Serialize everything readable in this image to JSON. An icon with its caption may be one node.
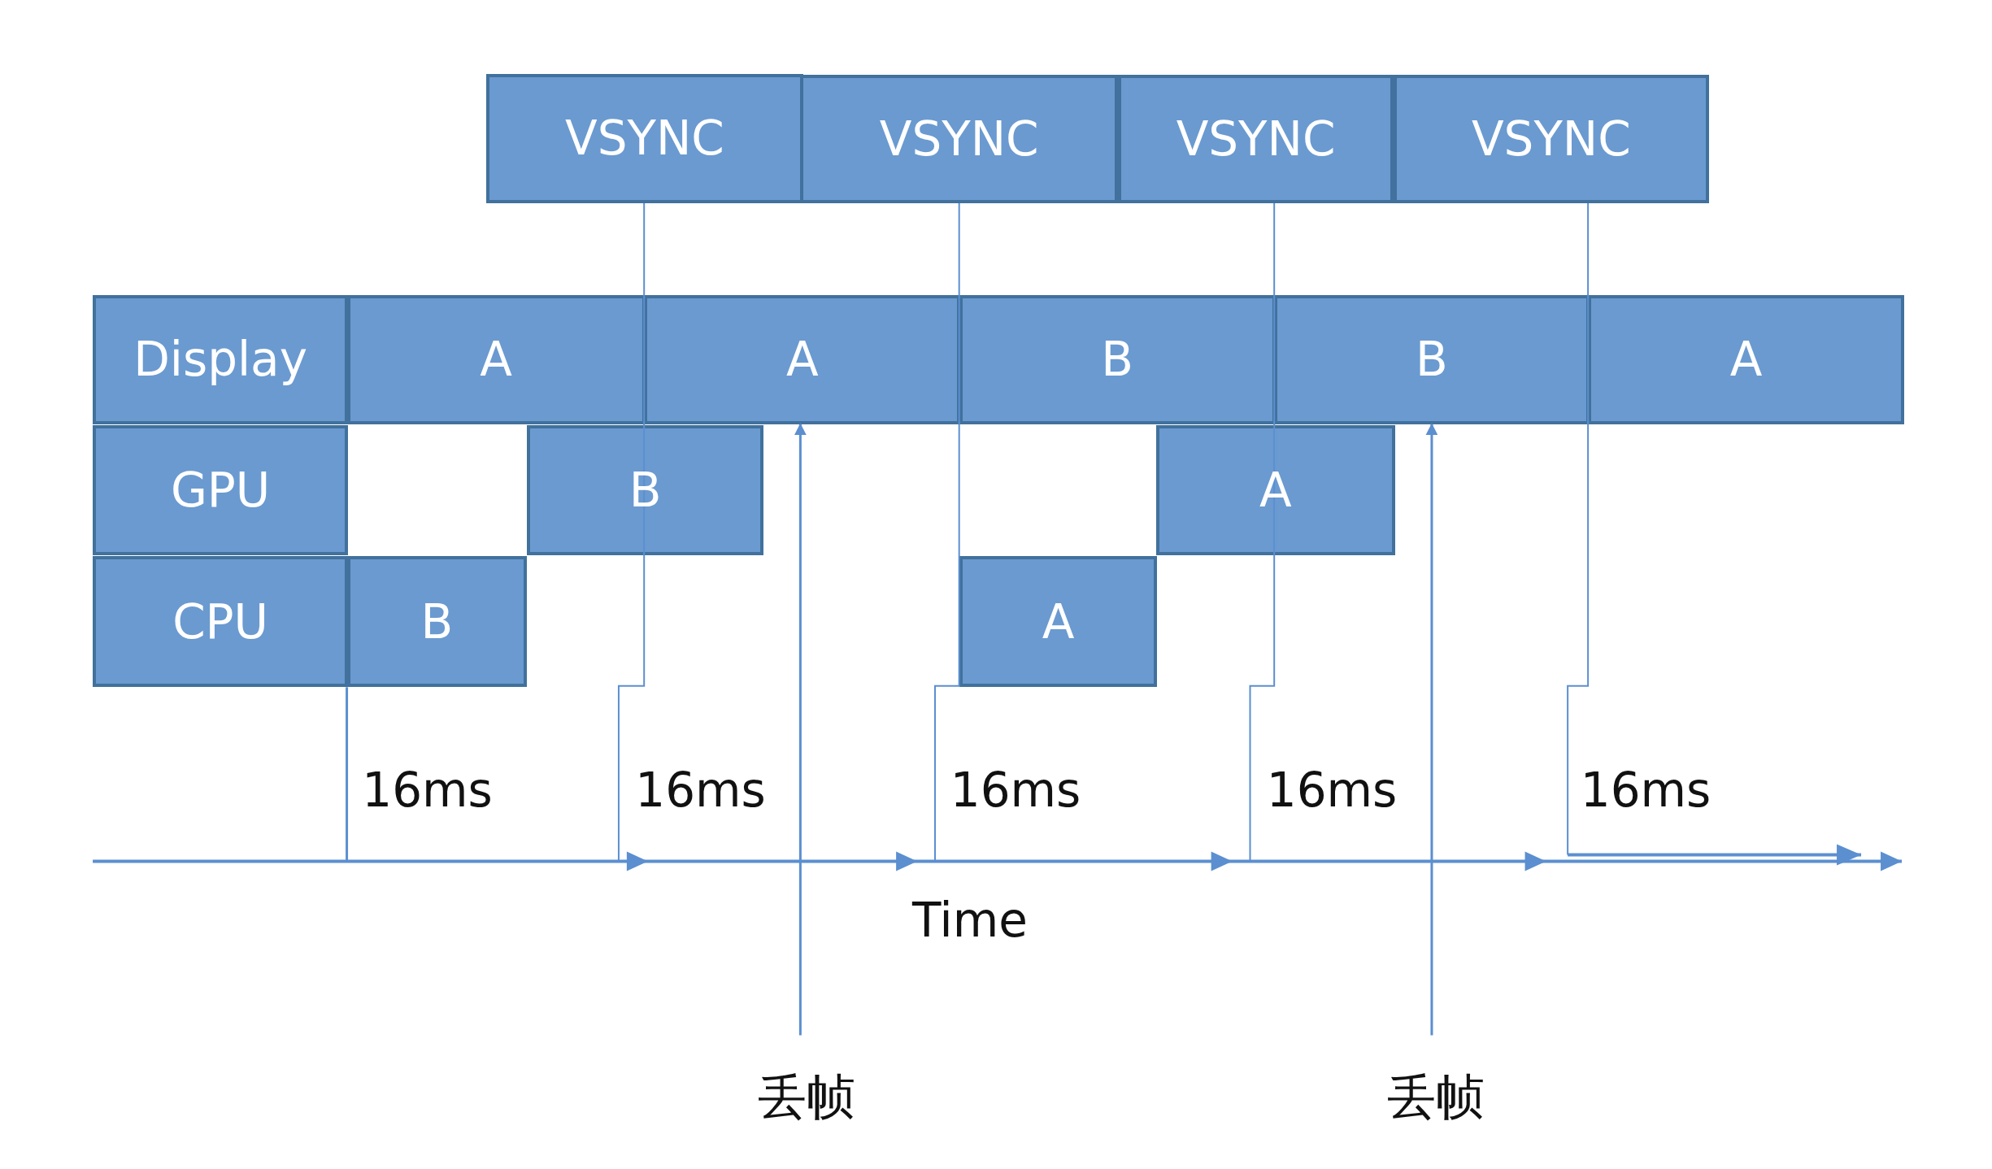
{
  "diagram": {
    "nodes": [
      {
        "text": [
          "VSYNC"
        ]
      },
      {
        "text": [
          "VSYNC"
        ]
      },
      {
        "text": [
          "VSYNC"
        ]
      },
      {
        "text": [
          "VSYNC"
        ]
      },
      {
        "text": [
          "Display"
        ]
      },
      {
        "text": [
          "A"
        ]
      },
      {
        "text": [
          "A"
        ]
      },
      {
        "text": [
          "B"
        ]
      },
      {
        "text": [
          "B"
        ]
      },
      {
        "text": [
          "A"
        ]
      },
      {
        "text": [
          "GPU"
        ]
      },
      {
        "text": [
          "B"
        ]
      },
      {
        "text": [
          "A"
        ]
      },
      {
        "text": [
          "CPU"
        ]
      },
      {
        "text": [
          "B"
        ]
      },
      {
        "text": [
          "A"
        ]
      },
      {
        "text": [
          "丢帧"
        ]
      },
      {
        "text": [
          "丢帧"
        ]
      }
    ],
    "edges": [
      {
        "from": 0,
        "to": null,
        "arrow": "none"
      },
      {
        "from": 1,
        "to": null,
        "arrow": "none"
      },
      {
        "from": 2,
        "to": null,
        "arrow": "none"
      },
      {
        "from": 3,
        "to": null,
        "arrow": "none"
      },
      {
        "from": 16,
        "to": 6,
        "arrow": "to"
      },
      {
        "from": 17,
        "to": 8,
        "arrow": "to"
      }
    ],
    "labels": [
      "16ms",
      "16ms",
      "16ms",
      "16ms",
      "16ms",
      "Time"
    ]
  }
}
